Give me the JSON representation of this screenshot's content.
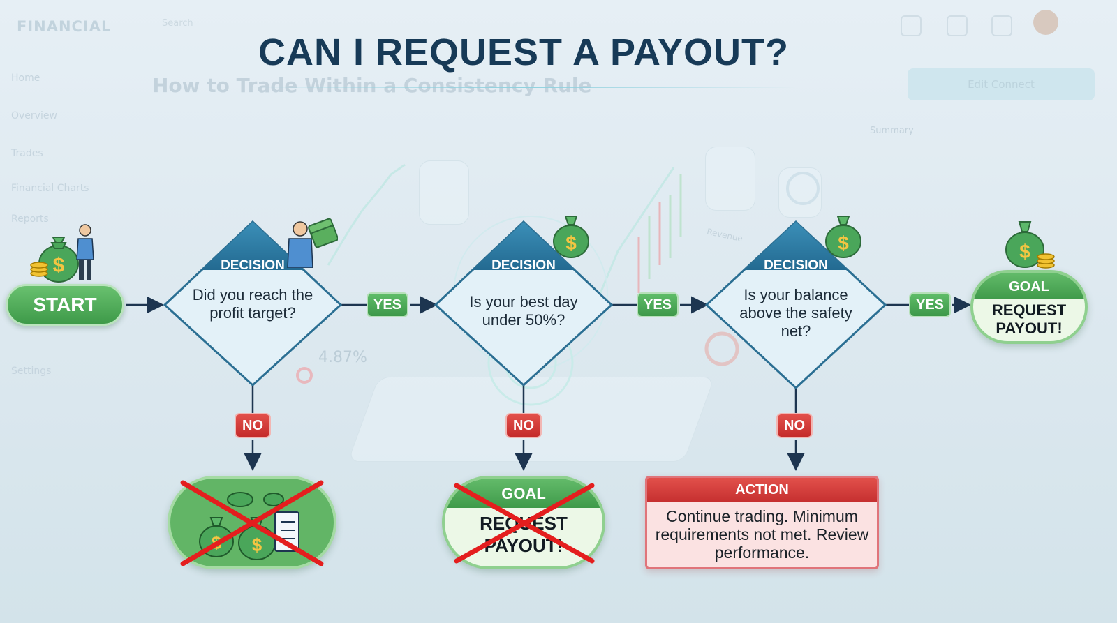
{
  "title": "CAN I REQUEST A PAYOUT?",
  "background": {
    "brand": "FINANCIAL",
    "subtitle": "How to Trade Within a Consistency Rule",
    "nav": [
      "Home",
      "Overview",
      "Trades",
      "Financial Charts",
      "Reports",
      "Settings"
    ],
    "search_placeholder": "Search",
    "button_label": "Edit Connect",
    "summary_label": "Summary",
    "stat_value": "4.87%",
    "revenue_label": "Revenue"
  },
  "flow": {
    "start": "START",
    "decision_label": "DECISION",
    "decisions": [
      {
        "question": "Did you reach the profit target?"
      },
      {
        "question": "Is your best day under 50%?"
      },
      {
        "question": "Is your balance above the safety net?"
      }
    ],
    "yes_label": "YES",
    "no_label": "NO",
    "goal": {
      "label": "GOAL",
      "text": "REQUEST PAYOUT!"
    },
    "crossed_goal": {
      "label": "GOAL",
      "text": "REQUEST PAYOUT!"
    },
    "action": {
      "label": "ACTION",
      "text": "Continue trading. Minimum requirements not met. Review performance."
    }
  },
  "colors": {
    "title": "#173a57",
    "decision_border": "#2b6f93",
    "decision_head": "#2e7da6",
    "decision_fill": "#e3f1f8",
    "yes": "#4caf50",
    "no": "#d32f2f",
    "cross": "#e41e1e"
  },
  "icons": [
    "money-bag-icon",
    "person-icon",
    "cash-icon",
    "coins-icon",
    "clipboard-icon",
    "cross-icon"
  ]
}
